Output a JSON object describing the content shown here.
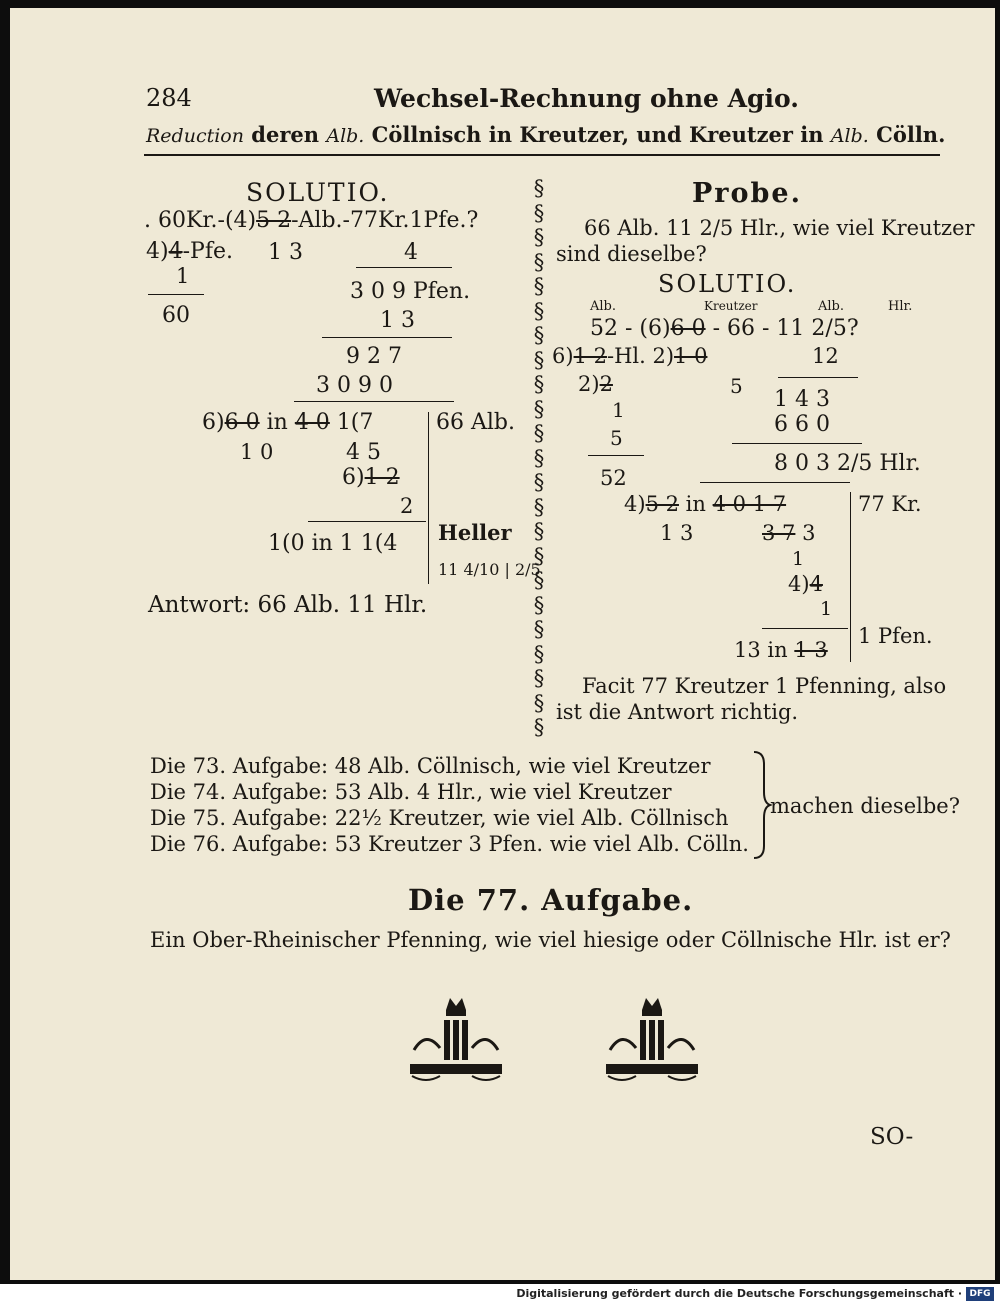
{
  "header": {
    "page_number": "284",
    "running_title": "Wechsel-Rechnung ohne Agio.",
    "subtitle_a": "Reduction",
    "subtitle_b": " deren ",
    "subtitle_c": "Alb.",
    "subtitle_d": " Cöllnisch in Kreutzer, und Kreutzer in ",
    "subtitle_e": "Alb.",
    "subtitle_f": " Cölln."
  },
  "left": {
    "heading": "SOLUTIO.",
    "l1a": ". 60Kr.-(4)",
    "l1b": "5 2",
    "l1c": "-Alb.-77Kr.1Pfe.?",
    "l2a": "4)",
    "l2b": "4",
    "l2c": "-Pfe.",
    "n13a": "1 3",
    "n4": "4",
    "n1": "1",
    "n309": "3 0 9 Pfen.",
    "n13b": "1 3",
    "n60": "60",
    "n927": "9 2 7",
    "n3090": "3 0 9 0",
    "d1a": "6)",
    "d1b": "6 0",
    "d1c": "in",
    "d1d": "4 0",
    "d1e": "1(7",
    "albs": "66 Alb.",
    "n10": "1 0",
    "n45": "4 5",
    "d2a": "6)",
    "d2b": "1 2",
    "n2": "2",
    "d3": "1(0 in 1 1(4",
    "heller": "Heller",
    "hres": "11 4/10 | 2/5",
    "answer": "Antwort: 66 Alb. 11 Hlr."
  },
  "right": {
    "heading": "Probe.",
    "q1": "66 Alb. 11 2/5 Hlr., wie viel Kreutzer",
    "q2": "sind dieselbe?",
    "solutio": "SOLUTIO.",
    "h_alb": "Alb.",
    "h_kreutzer": "Kreutzer",
    "h_alb2": "Alb.",
    "h_hlr": "Hlr.",
    "r1a": "52 - (6)",
    "r1b": "6 0",
    "r1c": "- 66 - 11 2/5?",
    "r2a": "6)",
    "r2b": "1 2",
    "r2c": "-Hl.",
    "r2d": "2)",
    "r2e": "1 0",
    "n12": "12",
    "r3a": "2)",
    "r3b": "2",
    "n5": "5",
    "n1": "1",
    "n143": "1 4 3",
    "n5b": "5",
    "n660": "6 6 0",
    "n52": "52",
    "n803": "8 0 3 2/5 Hlr.",
    "r4a": "4)",
    "r4b": "5 2",
    "r4c": "in",
    "r4d": "4 0 1 7",
    "kr": "77 Kr.",
    "n13": "1 3",
    "n373a": "3 7",
    "n373b": "3",
    "n1b": "1",
    "r5a": "4)",
    "r5b": "4",
    "n1c": "1",
    "r6a": "13 in",
    "r6b": "1 3",
    "pfen": "1 Pfen.",
    "facit1": "Facit 77 Kreutzer 1 Pfenning, also",
    "facit2": "ist die Antwort richtig."
  },
  "tasks": {
    "t73": "Die 73. Aufgabe: 48 Alb. Cöllnisch, wie viel Kreutzer",
    "t74": "Die 74. Aufgabe: 53 Alb. 4 Hlr., wie viel Kreutzer",
    "t75": "Die 75. Aufgabe: 22½ Kreutzer, wie viel Alb. Cöllnisch",
    "t76": "Die 76. Aufgabe: 53 Kreutzer 3 Pfen. wie viel Alb. Cölln.",
    "brace_text": "machen dieselbe?"
  },
  "task77": {
    "title": "Die 77. Aufgabe.",
    "question": "Ein Ober-Rheinischer Pfenning, wie viel hiesige oder Cöllnische Hlr. ist er?"
  },
  "catchword": "SO-",
  "footer": {
    "credit": "Digitalisierung gefördert durch die Deutsche Forschungsgemeinschaft ·",
    "logo": "DFG"
  }
}
